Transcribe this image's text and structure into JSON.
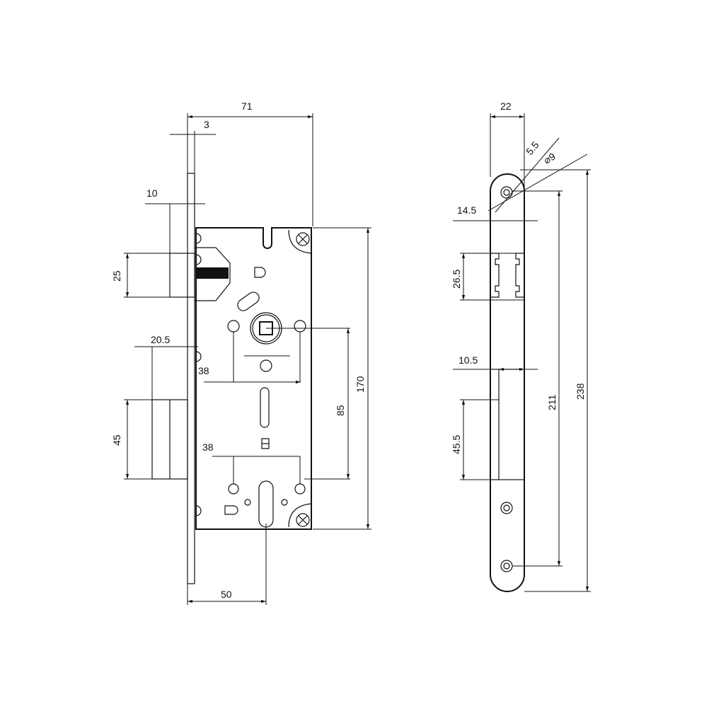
{
  "front_view": {
    "dimensions": {
      "width_total": "71",
      "faceplate_thickness": "3",
      "latch_projection": "10",
      "latch_height": "25",
      "bolt_projection": "20.5",
      "spindle_offset": "38",
      "bolt_height": "45",
      "cylinder_offset": "38",
      "center_distance": "85",
      "case_height": "170",
      "backset": "50"
    }
  },
  "side_view": {
    "dimensions": {
      "plate_width": "22",
      "screw_hole_small": "5.5",
      "screw_hole_large": "⌀9",
      "hole_offset": "14.5",
      "latch_opening": "26.5",
      "bolt_depth": "10.5",
      "bolt_opening": "45.5",
      "hole_spacing": "211",
      "plate_length": "238"
    }
  }
}
